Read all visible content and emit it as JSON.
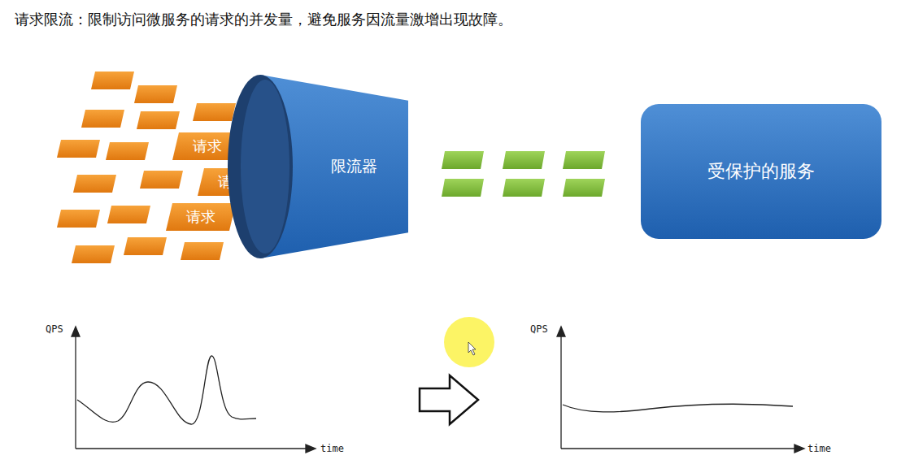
{
  "diagram": {
    "title": "请求限流：限制访问微服务的请求的并发量，避免服务因流量激增出现故障。",
    "nodes": [
      {
        "text": [
          "请求"
        ]
      },
      {
        "text": [
          "请求"
        ]
      },
      {
        "text": [
          "请求"
        ]
      },
      {
        "text": [
          "限流器"
        ]
      },
      {
        "text": [
          "受保护的服务"
        ]
      }
    ],
    "labels": [
      "QPS",
      "time",
      "QPS",
      "time"
    ]
  }
}
